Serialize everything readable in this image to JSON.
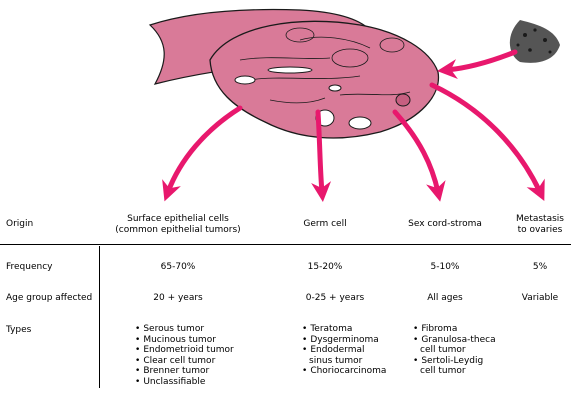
{
  "colors": {
    "accent": "#e8186d",
    "tissue": "#d97a98",
    "tissue_dark": "#c65f80",
    "outline": "#1a1a1a"
  },
  "rows": {
    "origin": "Origin",
    "frequency": "Frequency",
    "age_group": "Age group affected",
    "types": "Types"
  },
  "columns": [
    {
      "origin": [
        "Surface epithelial cells",
        "(common epithelial tumors)"
      ],
      "frequency": "65-70%",
      "age": "20 + years",
      "types": [
        "Serous tumor",
        "Mucinous tumor",
        "Endometrioid tumor",
        "Clear cell tumor",
        "Brenner tumor",
        "Unclassifiable"
      ]
    },
    {
      "origin": [
        "Germ cell"
      ],
      "frequency": "15-20%",
      "age": "0-25 + years",
      "types": [
        "Teratoma",
        "Dysgerminoma",
        "Endodermal",
        "sinus tumor",
        "Choriocarcinoma"
      ]
    },
    {
      "origin": [
        "Sex cord-stroma"
      ],
      "frequency": "5-10%",
      "age": "All ages",
      "types": [
        "Fibroma",
        "Granulosa-theca",
        "cell tumor",
        "Sertoli-Leydig",
        "cell tumor"
      ]
    },
    {
      "origin": [
        "Metastasis",
        "to ovaries"
      ],
      "frequency": "5%",
      "age": "Variable",
      "types": []
    }
  ]
}
